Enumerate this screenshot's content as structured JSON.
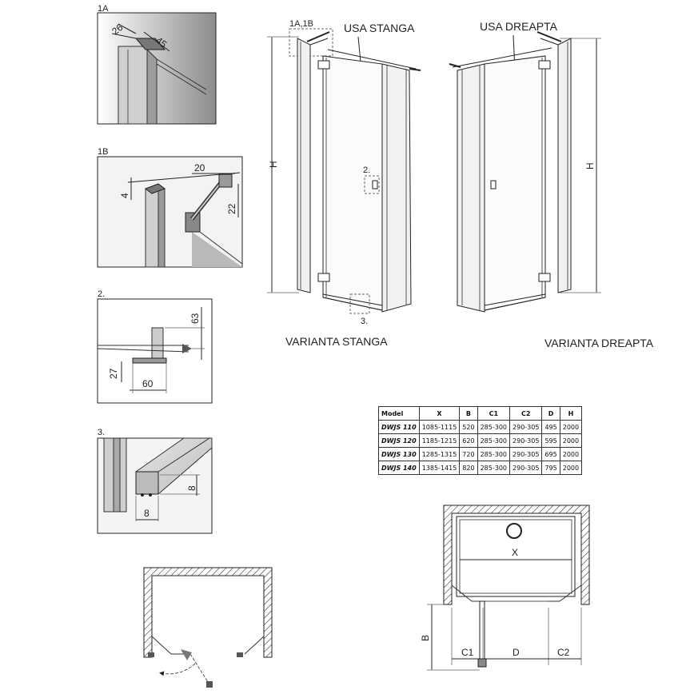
{
  "details": {
    "d1a": {
      "label": "1A",
      "dim_a": "26",
      "dim_b": "45"
    },
    "d1b": {
      "label": "1B",
      "dim_a": "20",
      "dim_b": "4",
      "dim_c": "22"
    },
    "d2": {
      "label": "2.",
      "dim_a": "63",
      "dim_b": "27",
      "dim_c": "60"
    },
    "d3": {
      "label": "3.",
      "dim_a": "8",
      "dim_b": "8"
    }
  },
  "elevations": {
    "left_callout": "1A,1B",
    "left_door": "USA STANGA",
    "right_door": "USA DREAPTA",
    "height_label": "H",
    "callout_2": "2.",
    "callout_3": "3.",
    "left_variant": "VARIANTA STANGA",
    "right_variant": "VARIANTA DREAPTA"
  },
  "table": {
    "headers": [
      "Model",
      "X",
      "B",
      "C1",
      "C2",
      "D",
      "H"
    ],
    "rows": [
      [
        "DWJS 110",
        "1085-1115",
        "520",
        "285-300",
        "290-305",
        "495",
        "2000"
      ],
      [
        "DWJS 120",
        "1185-1215",
        "620",
        "285-300",
        "290-305",
        "595",
        "2000"
      ],
      [
        "DWJS 130",
        "1285-1315",
        "720",
        "285-300",
        "290-305",
        "695",
        "2000"
      ],
      [
        "DWJS 140",
        "1385-1415",
        "820",
        "285-300",
        "290-305",
        "795",
        "2000"
      ]
    ]
  },
  "plan": {
    "x": "X",
    "b": "B",
    "c1": "C1",
    "d": "D",
    "c2": "C2"
  },
  "colors": {
    "line": "#222222",
    "glass": "#e9e9e9",
    "hatch": "#333333",
    "dash": "#888888"
  }
}
